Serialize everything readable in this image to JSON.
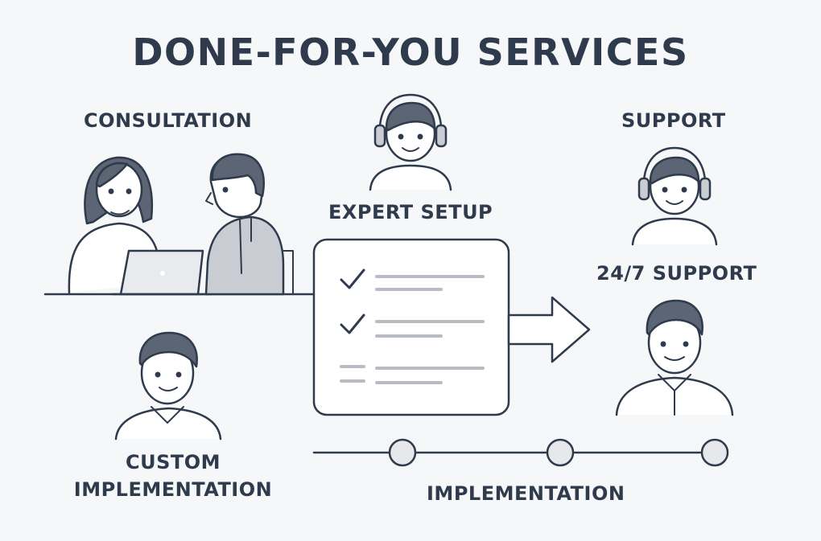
{
  "title": "DONE-FOR-YOU SERVICES",
  "labels": {
    "consultation": "CONSULTATION",
    "support": "SUPPORT",
    "expert_setup": "EXPERT SETUP",
    "support_247": "24/7 SUPPORT",
    "custom_line1": "CUSTOM",
    "custom_line2": "IMPLEMENTATION",
    "implementation": "IMPLEMENTATION"
  },
  "colors": {
    "background": "#f6f7f9",
    "ink": "#2f3b4c",
    "hair": "#5b6573",
    "light_fill": "#ffffff",
    "grey_fill": "#c9ccd3",
    "timeline_dot": "#e6e8ec"
  },
  "icons": [
    "check-icon",
    "arrow-right-icon",
    "headset-icon",
    "laptop-icon"
  ]
}
